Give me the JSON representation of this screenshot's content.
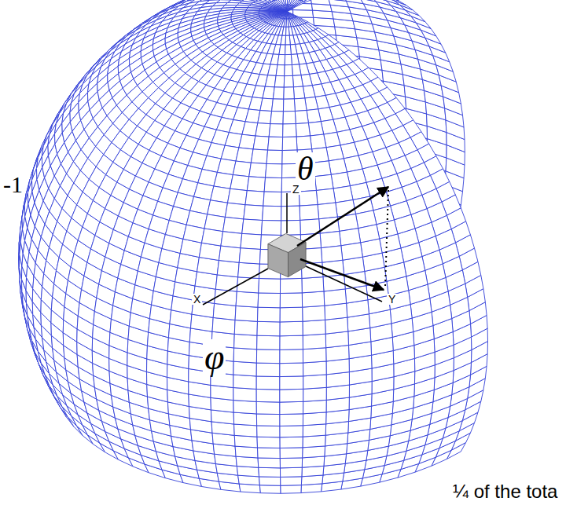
{
  "diagram": {
    "labels": [
      "-1",
      "Z",
      "θ",
      "X",
      "φ",
      "Y",
      "¼ of the tota"
    ]
  }
}
